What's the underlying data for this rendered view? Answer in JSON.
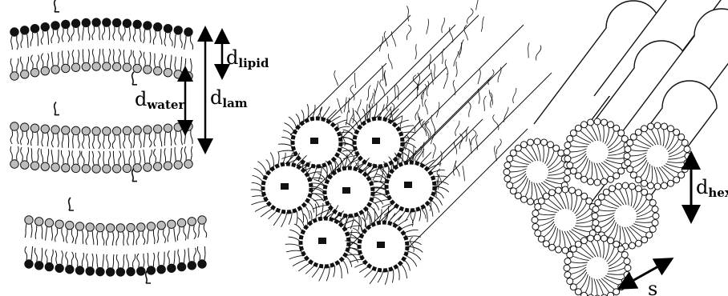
{
  "labels": {
    "d_lipid": {
      "base": "d",
      "sub": "lipid"
    },
    "d_water": {
      "base": "d",
      "sub": "water"
    },
    "d_lam": {
      "base": "d",
      "sub": "lam"
    },
    "d_hex": {
      "base": "d",
      "sub": "hex"
    },
    "s": "s"
  },
  "colors": {
    "ink": "#111111",
    "paper": "#ffffff",
    "core": "#ffffff",
    "head_light": "#bdbdbd",
    "head_dark": "#111111"
  }
}
